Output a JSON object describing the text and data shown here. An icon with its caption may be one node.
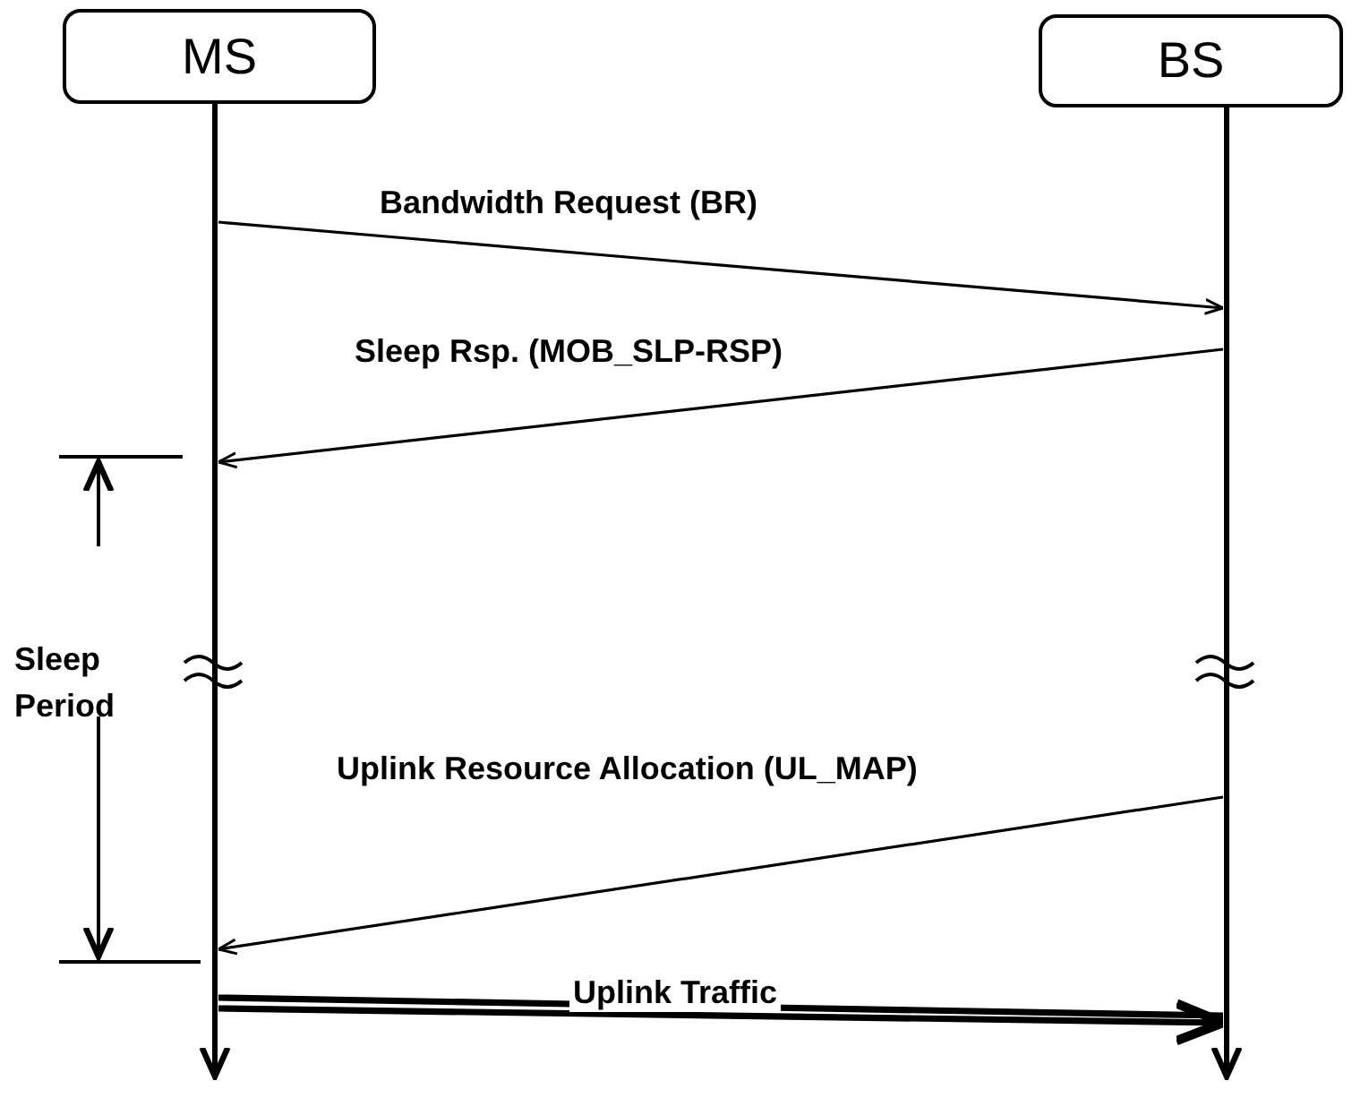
{
  "diagram": {
    "nodes": [
      {
        "text": [
          "MS"
        ]
      },
      {
        "text": [
          "BS"
        ]
      }
    ],
    "edges": [
      {
        "from": 0,
        "to": 1,
        "arrow": "to",
        "label": "Bandwidth Request (BR)"
      },
      {
        "from": 1,
        "to": 0,
        "arrow": "to",
        "label": "Sleep Rsp. (MOB_SLP-RSP)"
      },
      {
        "from": 1,
        "to": 0,
        "arrow": "to",
        "label": "Uplink Resource Allocation (UL_MAP)"
      },
      {
        "from": 0,
        "to": 1,
        "arrow": "to",
        "label": "Uplink Traffic",
        "style": "thick"
      }
    ],
    "labels": [
      "Sleep Period"
    ]
  }
}
